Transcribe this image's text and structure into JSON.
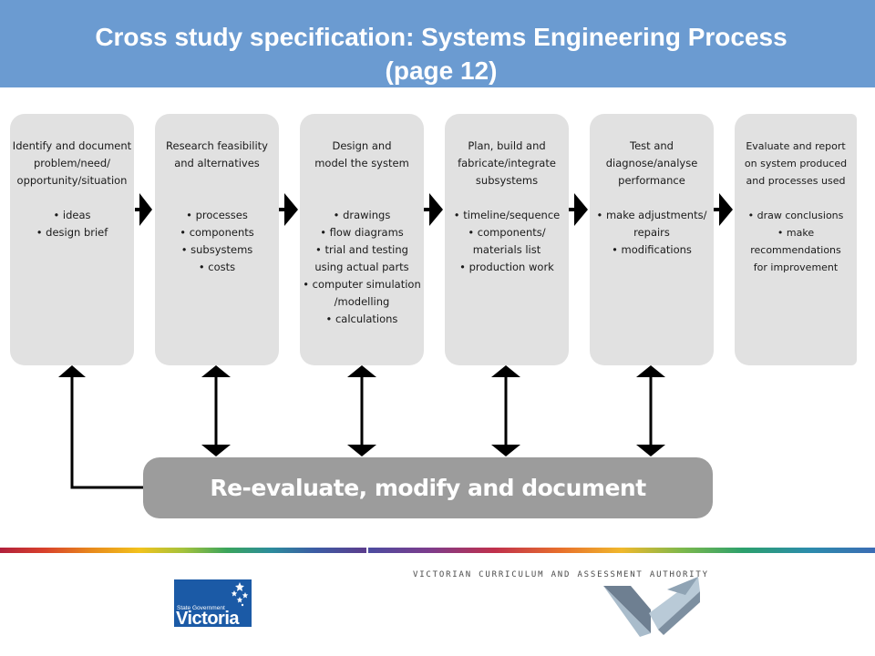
{
  "header": {
    "title_line1": "Cross study specification: Systems Engineering Process",
    "title_line2": "(page 12)",
    "background": "#6b9bd1"
  },
  "steps": [
    {
      "title": "Identify and document\nproblem/need/\nopportunity/situation",
      "bullets": [
        "• ideas",
        "• design brief"
      ]
    },
    {
      "title": "Research feasibility\nand alternatives",
      "bullets": [
        "• processes",
        "• components",
        "• subsystems",
        "• costs"
      ]
    },
    {
      "title": "Design and\nmodel the system",
      "bullets": [
        "• drawings",
        "• flow diagrams",
        "• trial and testing\nusing actual parts",
        "• computer simulation\n/modelling",
        "• calculations"
      ]
    },
    {
      "title": "Plan, build and\nfabricate/integrate\nsubsystems",
      "bullets": [
        "• timeline/sequence",
        "• components/\nmaterials list",
        "• production work"
      ]
    },
    {
      "title": "Test and\ndiagnose/analyse\nperformance",
      "bullets": [
        "• make adjustments/\nrepairs",
        "• modifications"
      ]
    },
    {
      "title": "Evaluate and report\non system produced\nand processes used",
      "bullets": [
        "• draw conclusions",
        "• make recommendations\nfor improvement"
      ]
    }
  ],
  "feedback": {
    "label": "Re-evaluate, modify and document"
  },
  "footer": {
    "vic_logo_small": "State Government",
    "vic_logo_big": "Victoria",
    "vcaa_name": "VICTORIAN CURRICULUM AND ASSESSMENT AUTHORITY"
  },
  "colors": {
    "step_box": "#e1e1e1",
    "feedback_box": "#9c9c9c",
    "arrow": "#000000",
    "vic_blue": "#1b5aa6"
  }
}
